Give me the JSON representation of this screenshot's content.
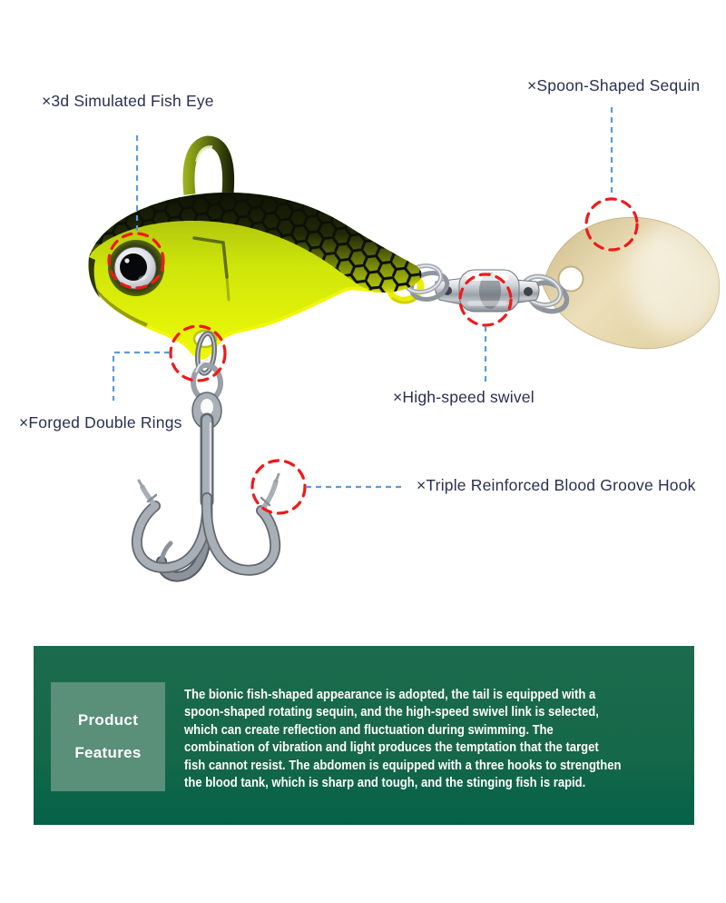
{
  "annotations": {
    "fish_eye_label": "×3d Simulated Fish Eye",
    "sequin_label": "×Spoon-Shaped Sequin",
    "rings_label": "×Forged Double Rings",
    "swivel_label": "×High-speed swivel",
    "hook_label": "×Triple Reinforced Blood Groove Hook"
  },
  "features": {
    "heading": [
      "Product",
      "Features"
    ],
    "lines": [
      "The bionic fish-shaped appearance is adopted, the tail is equipped with a",
      "spoon-shaped rotating sequin, and the high-speed swivel link is selected,",
      "which can create reflection and fluctuation during swimming. The",
      "combination of vibration and light produces the temptation that the target",
      "fish cannot resist. The abdomen is equipped with a three hooks to strengthen",
      "the blood tank, which is sharp and tough, and the stinging fish is rapid."
    ]
  },
  "colors": {
    "callout_red": "#ef1a1a",
    "callout_blue": "#5b9bd8",
    "label_text": "#283052",
    "panel_green": "#156849",
    "panel_label_green": "#5a8f7a",
    "panel_text": "#ffffff",
    "lure_chartreuse": "#d9ec09",
    "lure_black": "#0c1106",
    "blade_gold": "#e7d9ae",
    "metal_silver": "#a9afb7"
  }
}
